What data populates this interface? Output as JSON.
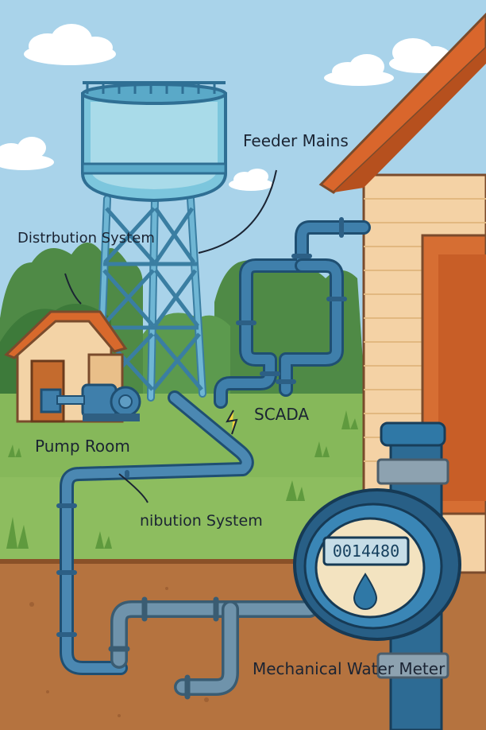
{
  "labels": {
    "feeder_mains": "Feeder Mains",
    "distribution_system_top": "Distrbution System",
    "scada": "SCADA",
    "pump_room": "Pump Room",
    "distribution_system_mid": "nibution System",
    "mechanical_water_meter": "Mechanical Water Meter"
  },
  "meter": {
    "reading": "0014480"
  },
  "colors": {
    "sky": "#a9d3ea",
    "grass": "#7fb456",
    "soil": "#b5733f",
    "pipe": "#3f7fab",
    "tower": "#5ea6c6",
    "roof": "#d9662c",
    "house_wall": "#f4d2a5"
  }
}
